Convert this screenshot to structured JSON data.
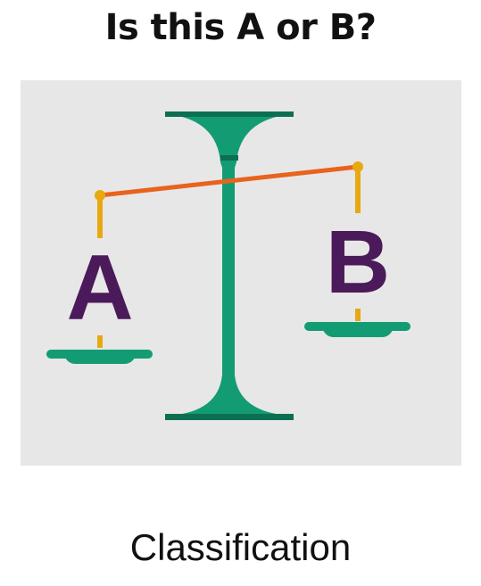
{
  "title": "Is this A or B?",
  "caption": "Classification",
  "illustration": {
    "left_pan_label": "A",
    "right_pan_label": "B",
    "colors": {
      "panel_background": "#e7e7e7",
      "scale_body": "#139c73",
      "scale_dark": "#0c6f52",
      "beam": "#e8631d",
      "hangers": "#e8a80f",
      "letters": "#4b1a5a"
    }
  }
}
